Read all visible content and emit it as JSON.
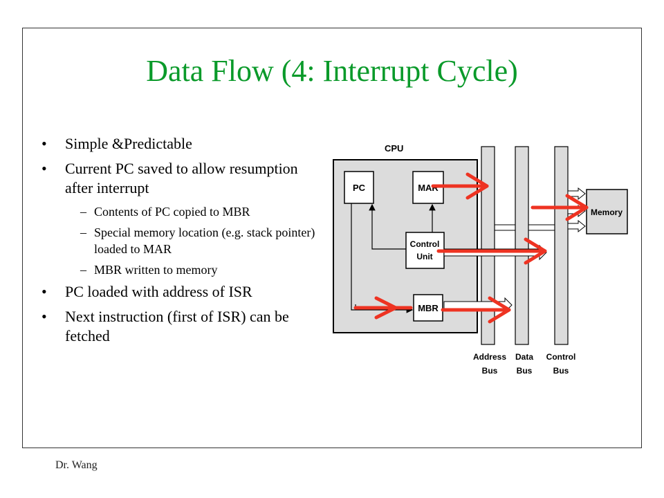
{
  "title": "Data Flow (4: Interrupt Cycle)",
  "bullets": {
    "b1": "Simple &Predictable",
    "b2": "Current PC saved to allow resumption after interrupt",
    "s1": "Contents of PC copied to MBR",
    "s2": "Special memory location (e.g. stack pointer) loaded to MAR",
    "s3": "MBR written to memory",
    "b3": "PC loaded with address of ISR",
    "b4": "Next instruction (first of ISR) can be fetched"
  },
  "sub_marker": "–",
  "diagram": {
    "cpu_label": "CPU",
    "pc": "PC",
    "mar": "MAR",
    "control_unit_line1": "Control",
    "control_unit_line2": "Unit",
    "mbr": "MBR",
    "memory": "Memory",
    "address_bus_line1": "Address",
    "address_bus_line2": "Bus",
    "data_bus_line1": "Data",
    "data_bus_line2": "Bus",
    "control_bus_line1": "Control",
    "control_bus_line2": "Bus",
    "arrow_color": "#ee3322",
    "panel_color": "#dcdcdc"
  },
  "footer": "Dr. Wang"
}
